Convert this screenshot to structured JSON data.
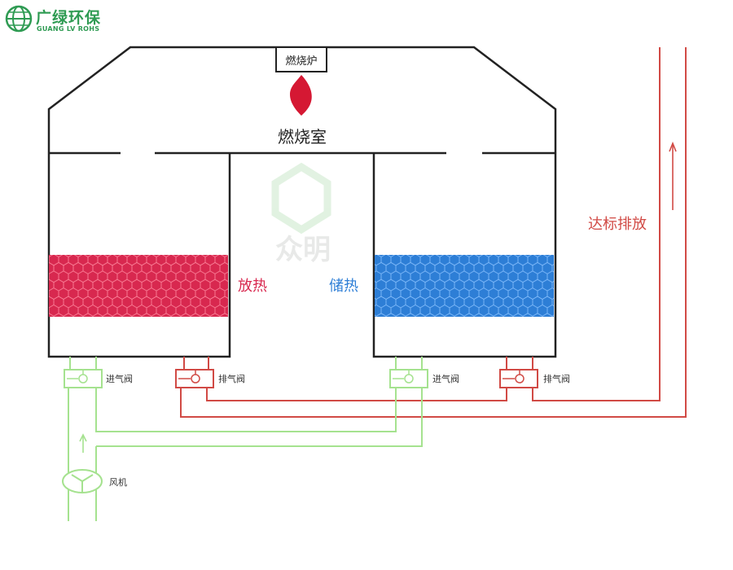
{
  "logo": {
    "name": "广绿环保",
    "subtitle": "GUANG LV ROHS"
  },
  "furnace": {
    "burner_label": "燃烧炉",
    "chamber_label": "燃烧室"
  },
  "labels": {
    "heat_release": "放热",
    "heat_storage": "储热",
    "discharge": "达标排放",
    "fan": "风机",
    "watermark": "众明"
  },
  "valves": {
    "left_inlet": "进气阀",
    "left_outlet": "排气阀",
    "right_inlet": "进气阀",
    "right_outlet": "排气阀"
  },
  "colors": {
    "hot_bed": "#d8284f",
    "cool_bed": "#2d7ed6",
    "inlet_line": "#a5e28f",
    "exhaust_line": "#d14a45",
    "brand": "#2f9b53",
    "flame": "#d51833"
  }
}
